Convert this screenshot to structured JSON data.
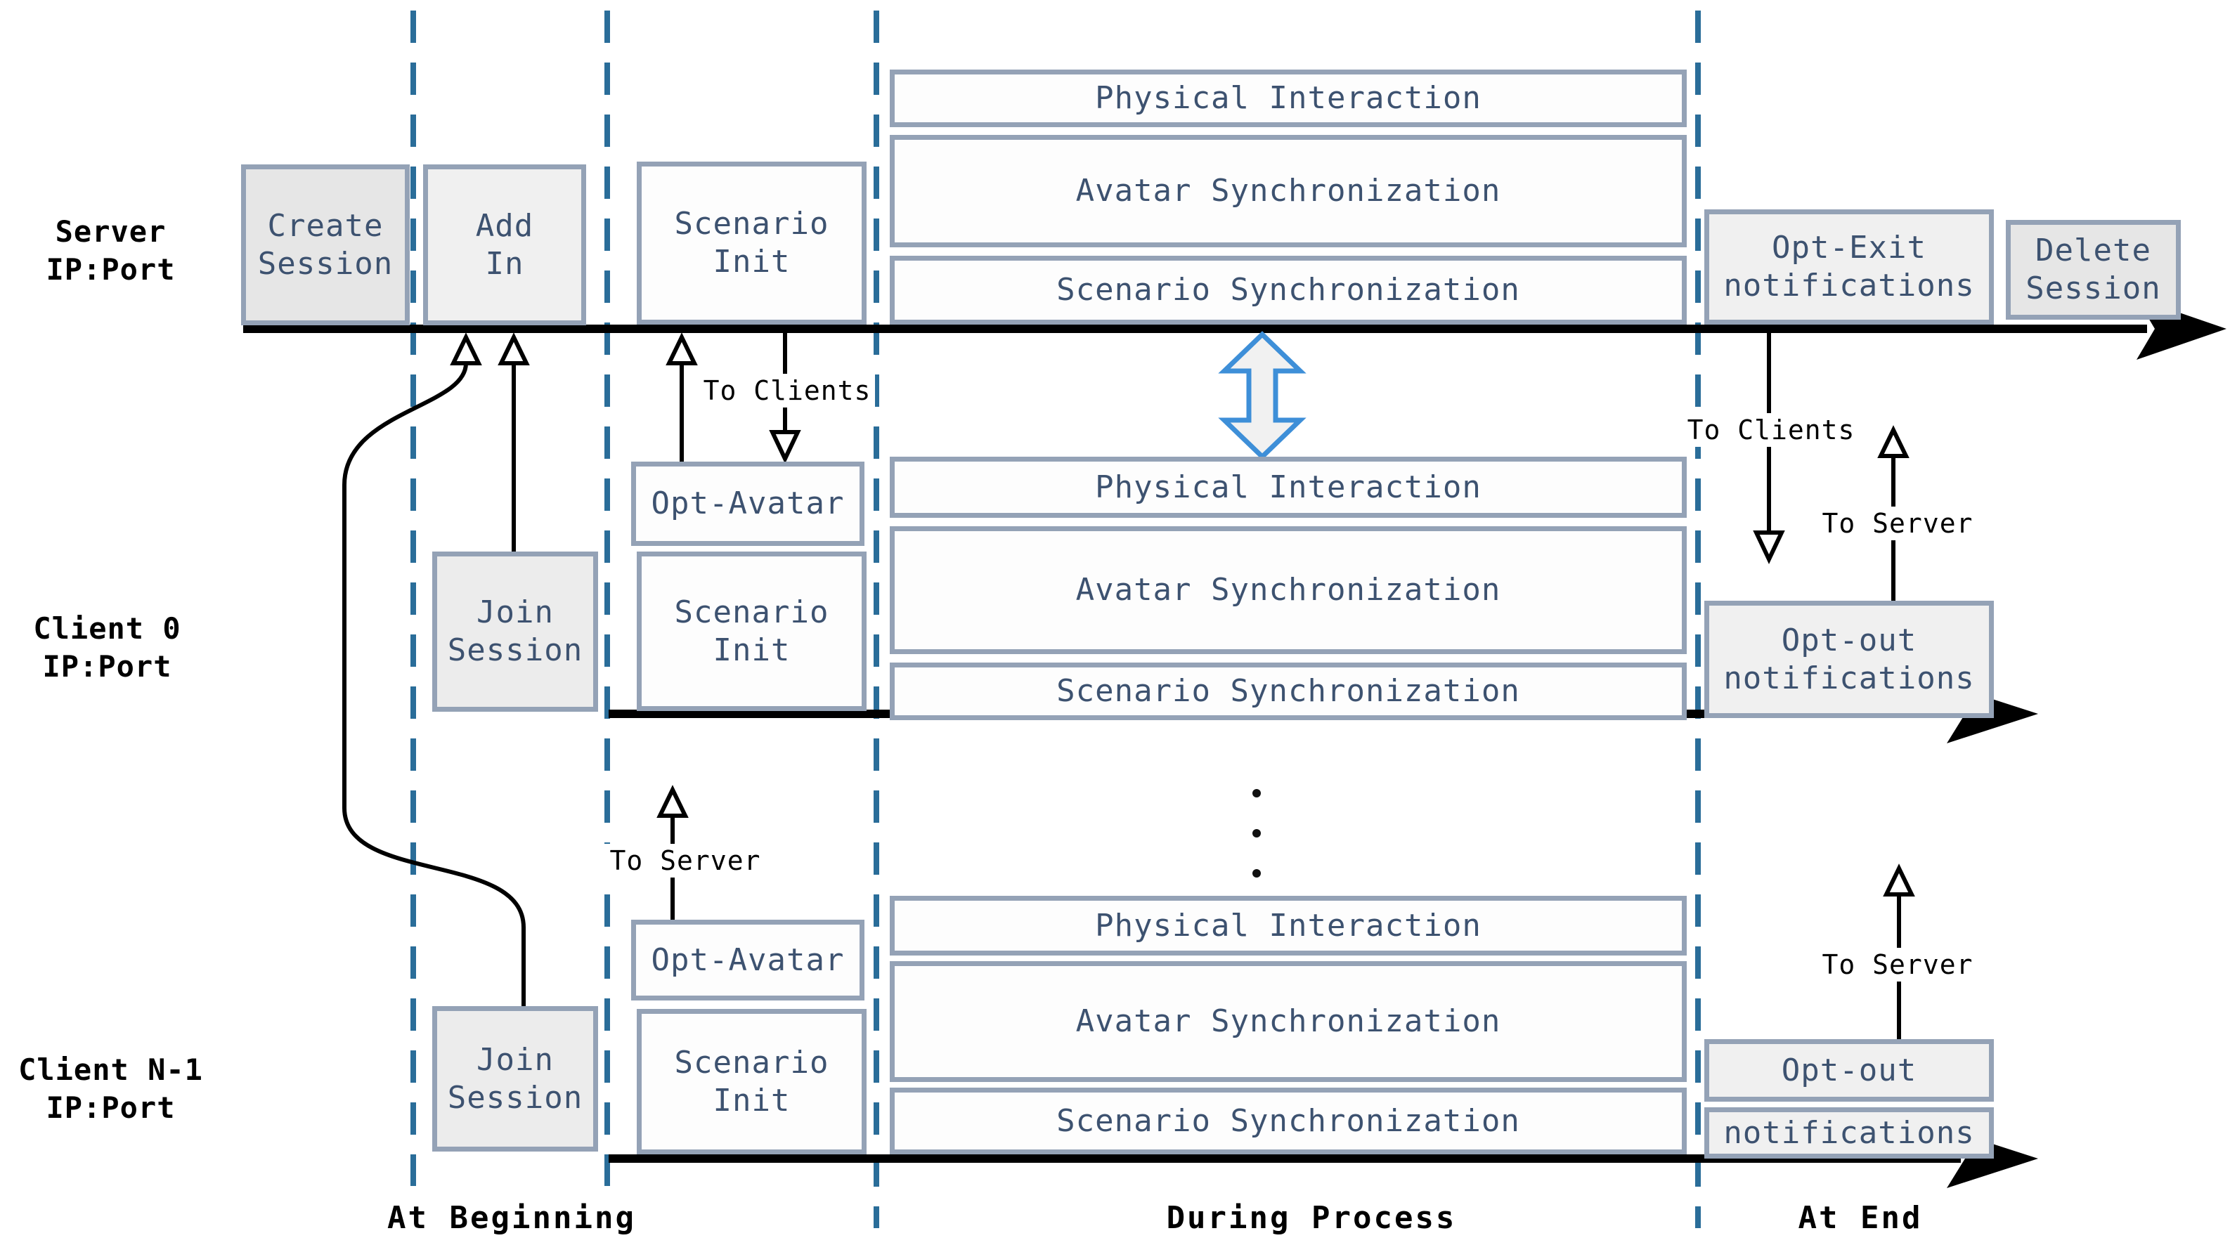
{
  "title": "Session protocol timeline diagram",
  "colors": {
    "accent_dashed": "#2a6d99",
    "box_border": "#94a2b6",
    "box_text": "#3d5270",
    "shade_dark": "#e6e6e6",
    "shade_mid": "#ececec",
    "shade_light": "#f0f0f0",
    "arrow_blue": "#3e8fd8",
    "timeline_black": "#000000"
  },
  "lanes": {
    "server": {
      "label": "Server\nIP:Port"
    },
    "client0": {
      "label": "Client 0\nIP:Port"
    },
    "clientN1": {
      "label": "Client N-1\nIP:Port"
    }
  },
  "boxes": {
    "create_session": "Create\nSession",
    "add_in": "Add\nIn",
    "scenario_init": "Scenario\nInit",
    "physical_interaction": "Physical Interaction",
    "avatar_sync": "Avatar Synchronization",
    "scenario_sync": "Scenario Synchronization",
    "opt_exit": "Opt-Exit\nnotifications",
    "delete_session": "Delete\nSession",
    "join_session": "Join\nSession",
    "opt_avatar": "Opt-Avatar",
    "opt_out": "Opt-out\nnotifications",
    "opt_out_line1": "Opt-out",
    "opt_out_line2": "notifications"
  },
  "annotations": {
    "to_clients": "To Clients",
    "to_server": "To Server"
  },
  "phases": {
    "beginning": "At Beginning",
    "during": "During Process",
    "end": "At End"
  }
}
